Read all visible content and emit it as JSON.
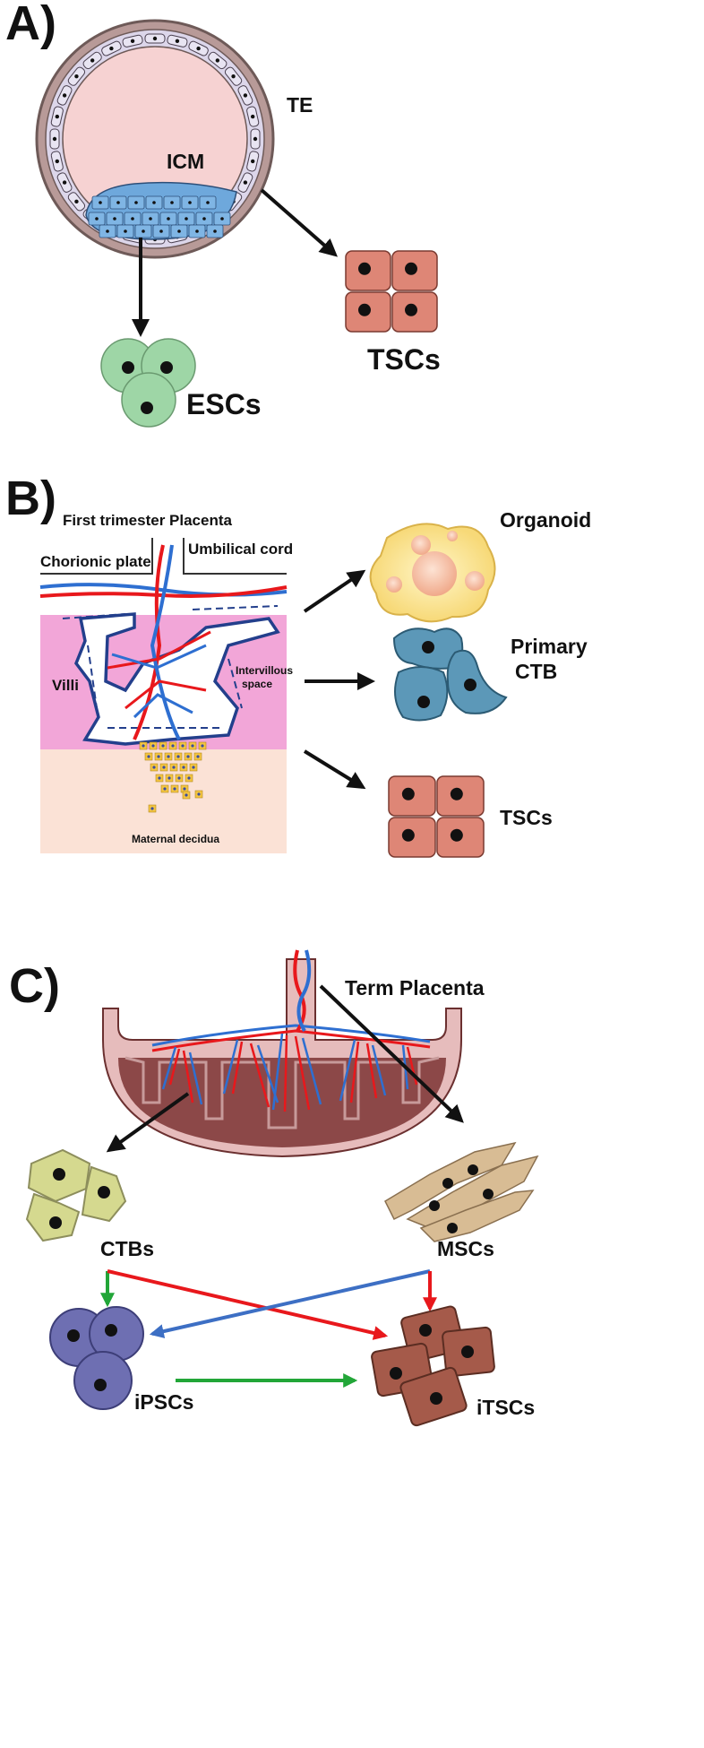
{
  "colors": {
    "arrow_black": "#111111",
    "arrow_red": "#e8181c",
    "arrow_green": "#22a638",
    "arrow_blue": "#3d6fc4",
    "tsc_fill": "#de8676",
    "esc_fill": "#9ed6a6",
    "icm_fill": "#6ea8dc",
    "ctb_fill": "#5c98b8",
    "ipsc_fill": "#6e6fb2",
    "itsc_fill": "#a55a4a",
    "villi_pink": "#f2a6d8",
    "decidua": "#fbe2d6"
  },
  "panel_a": {
    "tag": "A)",
    "labels": {
      "te": "TE",
      "icm": "ICM",
      "tscs": "TSCs",
      "escs": "ESCs"
    }
  },
  "panel_b": {
    "tag": "B)",
    "title": "First trimester Placenta",
    "labels": {
      "chorionic_plate": "Chorionic plate",
      "umbilical_cord": "Umbilical cord",
      "villi": "Villi",
      "intervillous_1": "Intervillous",
      "intervillous_2": "space",
      "maternal_decidua": "Maternal decidua",
      "organoid": "Organoid",
      "primary_1": "Primary",
      "primary_2": "CTB",
      "tscs": "TSCs"
    }
  },
  "panel_c": {
    "tag": "C)",
    "labels": {
      "term_placenta": "Term Placenta",
      "ctbs": "CTBs",
      "mscs": "MSCs",
      "ipscs": "iPSCs",
      "itscs": "iTSCs"
    }
  }
}
